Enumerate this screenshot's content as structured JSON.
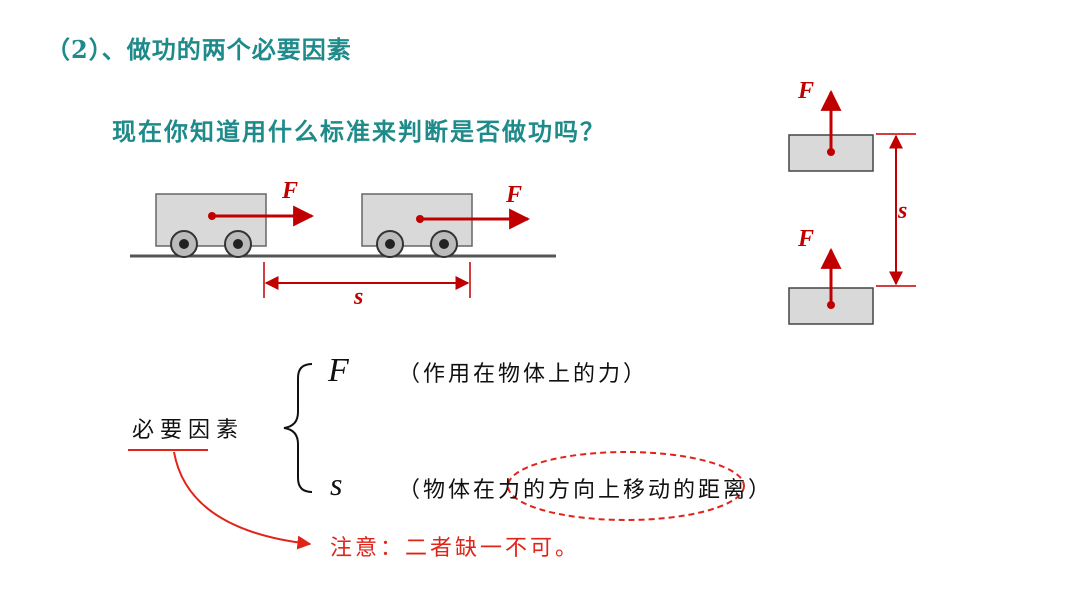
{
  "heading": "（2）、做功的两个必要因素",
  "question": "现在你知道用什么标准来判断是否做功吗？",
  "diagram": {
    "cart_force_label_1": "F",
    "cart_force_label_2": "F",
    "cart_distance_label": "s",
    "box_force_label_top": "F",
    "box_force_label_bottom": "F",
    "box_distance_label": "s"
  },
  "factors": {
    "label": "必要因素",
    "force_symbol": "F",
    "force_desc": "（作用在物体上的力）",
    "distance_symbol": "s",
    "distance_desc": "（物体在力的方向上移动的距离）"
  },
  "note": "注意：二者缺一不可。",
  "colors": {
    "heading": "#1f8a8a",
    "accent_red": "#c00000",
    "note_red": "#e0241a",
    "box_fill": "#d9d9d9"
  }
}
